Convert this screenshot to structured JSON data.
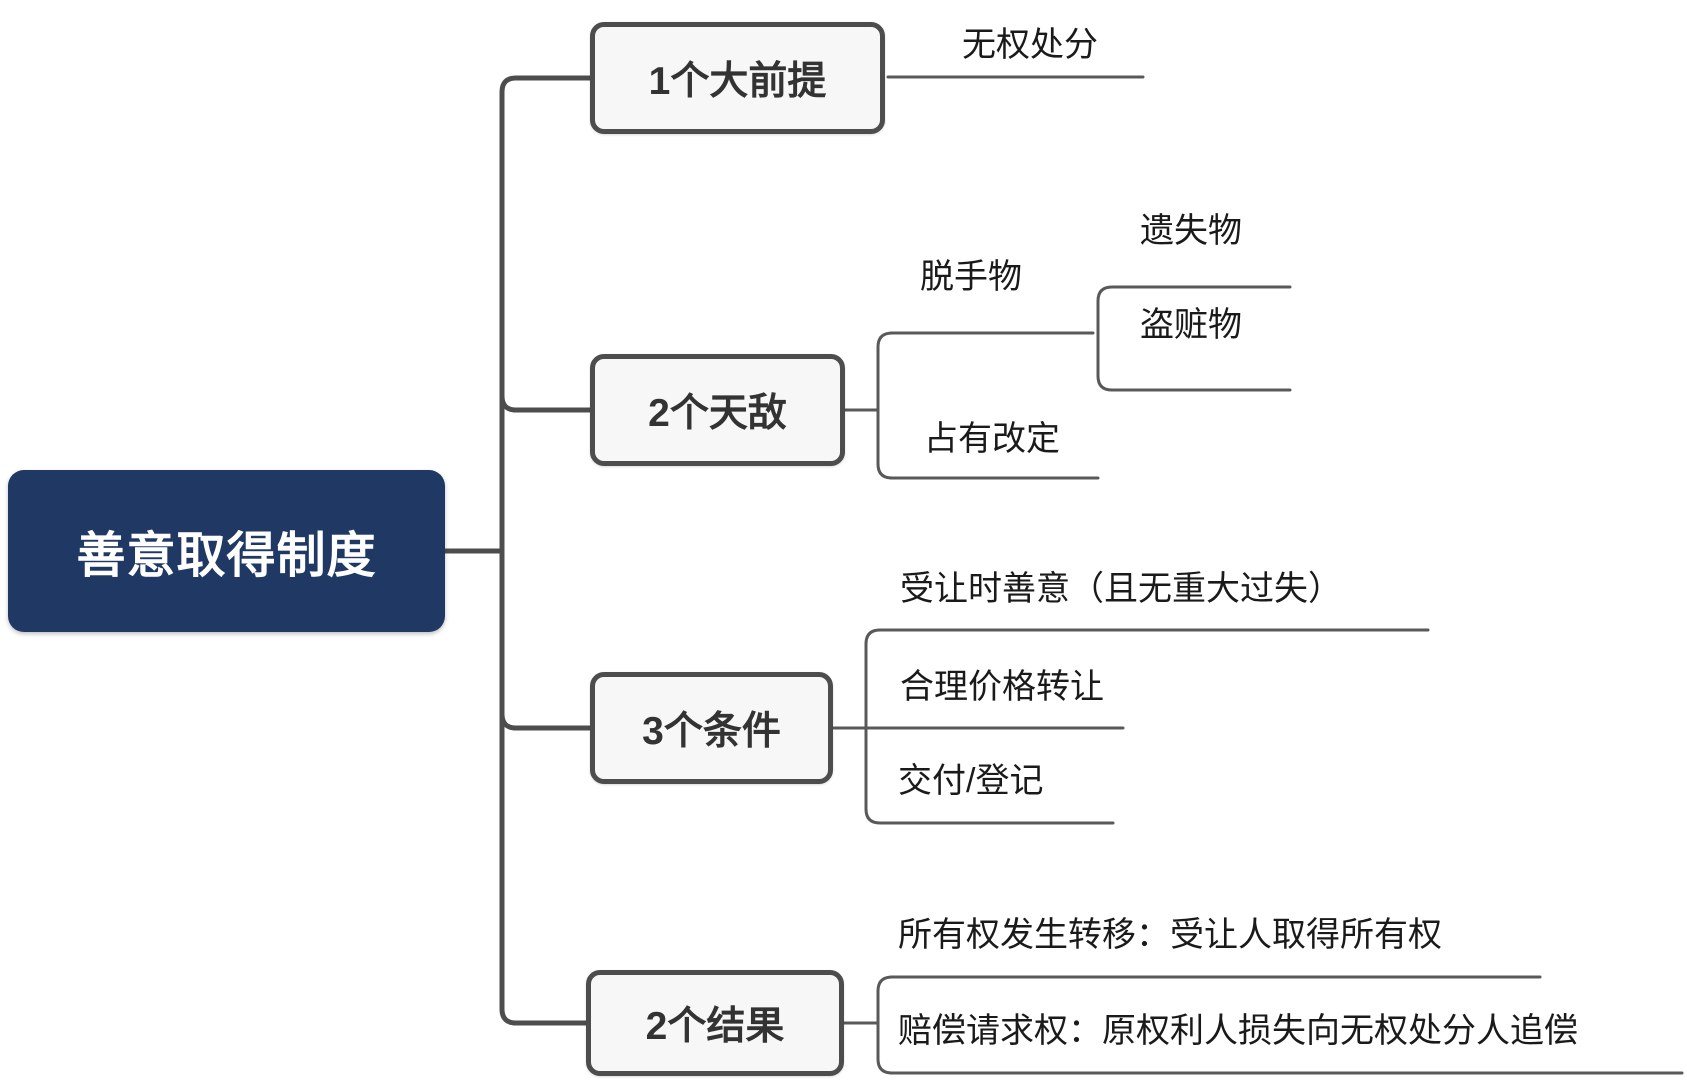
{
  "root": {
    "label": "善意取得制度",
    "fill_color": "#1F3864",
    "text_color": "#FFFFFF"
  },
  "style": {
    "trunk_line_color": "#4D4D4D",
    "leaf_line_color": "#595959",
    "branch_box_fill": "#F7F7F7",
    "branch_box_border": "#4D4D4D",
    "leaf_text_color": "#1A1A1A"
  },
  "branches": [
    {
      "label": "1个大前提",
      "children": [
        {
          "label": "无权处分"
        }
      ]
    },
    {
      "label": "2个天敌",
      "children": [
        {
          "label": "脱手物",
          "children": [
            {
              "label": "遗失物"
            },
            {
              "label": "盗赃物"
            }
          ]
        },
        {
          "label": "占有改定"
        }
      ]
    },
    {
      "label": "3个条件",
      "children": [
        {
          "label": "受让时善意（且无重大过失）"
        },
        {
          "label": "合理价格转让"
        },
        {
          "label": "交付/登记"
        }
      ]
    },
    {
      "label": "2个结果",
      "children": [
        {
          "label": "所有权发生转移：受让人取得所有权"
        },
        {
          "label": "赔偿请求权：原权利人损失向无权处分人追偿"
        }
      ]
    }
  ]
}
